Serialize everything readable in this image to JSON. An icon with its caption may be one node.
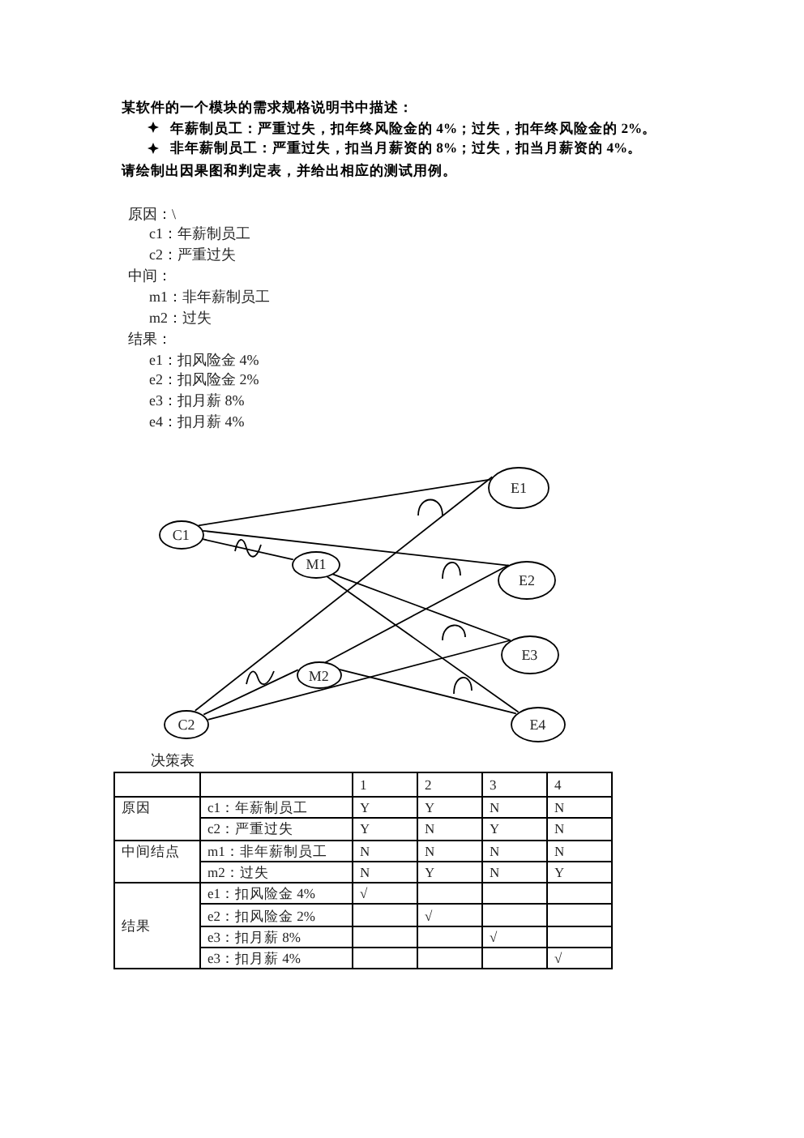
{
  "diagram": {
    "nodes": [
      {
        "text": [
          "C1"
        ]
      },
      {
        "text": [
          "C2"
        ]
      },
      {
        "text": [
          "M1"
        ]
      },
      {
        "text": [
          "M2"
        ]
      },
      {
        "text": [
          "E1"
        ]
      },
      {
        "text": [
          "E2"
        ]
      },
      {
        "text": [
          "E3"
        ]
      },
      {
        "text": [
          "E4"
        ]
      }
    ],
    "edges": [
      {
        "from": 0,
        "to": 4,
        "arrow": "none"
      },
      {
        "from": 0,
        "to": 2,
        "arrow": "none"
      },
      {
        "from": 0,
        "to": 5,
        "arrow": "none"
      },
      {
        "from": 2,
        "to": 6,
        "arrow": "none"
      },
      {
        "from": 2,
        "to": 7,
        "arrow": "none"
      },
      {
        "from": 1,
        "to": 4,
        "arrow": "none"
      },
      {
        "from": 1,
        "to": 3,
        "arrow": "none"
      },
      {
        "from": 1,
        "to": 6,
        "arrow": "none"
      },
      {
        "from": 3,
        "to": 5,
        "arrow": "none"
      },
      {
        "from": 3,
        "to": 7,
        "arrow": "none"
      }
    ],
    "labels": [
      "某软件的一个模块的需求规格说明书中描述：",
      "年薪制员工：严重过失，扣年终风险金的 4%；过失，扣年终风险金的 2%。",
      "非年薪制员工：严重过失，扣当月薪资的 8%；过失，扣当月薪资的 4%。",
      "请绘制出因果图和判定表，并给出相应的测试用例。",
      "原因：\\",
      "c1：年薪制员工",
      "c2：严重过失",
      "中间：",
      "m1：非年薪制员工",
      "m2：过失",
      "结果：",
      "e1：扣风险金 4%",
      "e2：扣风险金 2%",
      "e3：扣月薪 8%",
      "e4：扣月薪 4%",
      "决策表",
      "1",
      "2",
      "3",
      "4",
      "原因",
      "c1：年薪制员工",
      "Y",
      "Y",
      "N",
      "N",
      "c2：严重过失",
      "Y",
      "N",
      "Y",
      "N",
      "中间结点",
      "m1：非年薪制员工",
      "N",
      "N",
      "N",
      "N",
      "m2：过失",
      "N",
      "Y",
      "N",
      "Y",
      "结果",
      "e1：扣风险金 4%",
      "√",
      "e2：扣风险金 2%",
      "√",
      "e3：扣月薪 8%",
      "√",
      "e3：扣月薪 4%",
      "√"
    ]
  }
}
